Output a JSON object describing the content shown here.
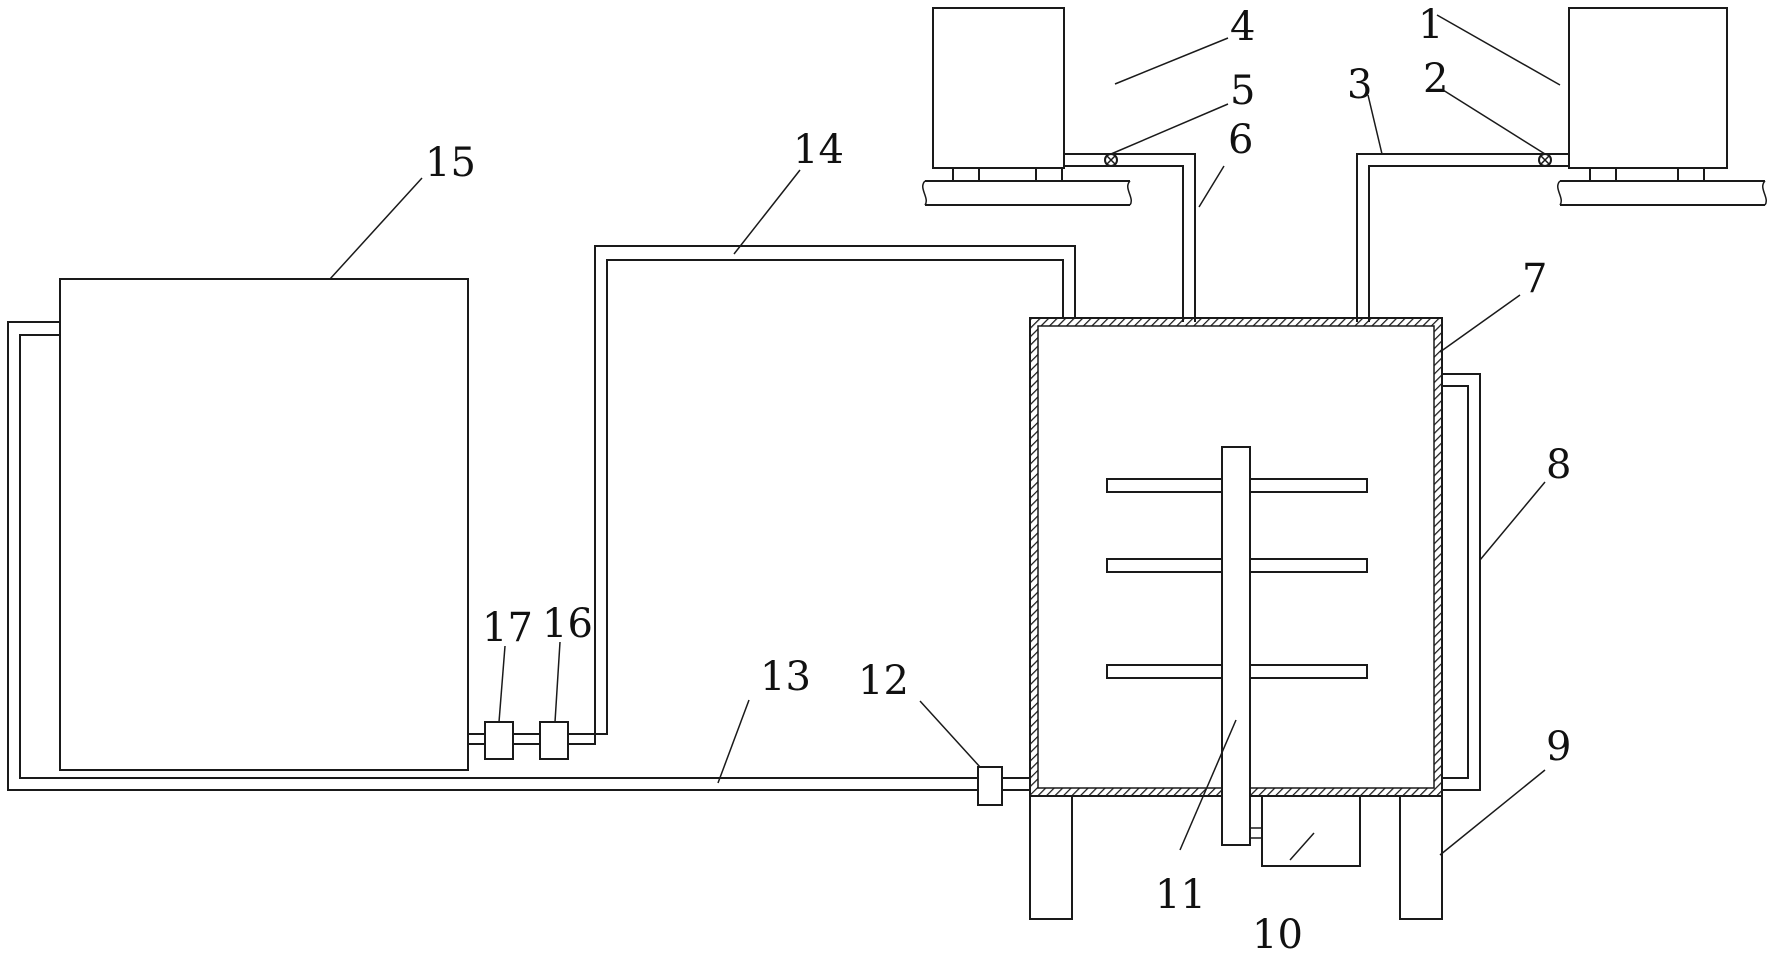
{
  "labels": {
    "l1": "1",
    "l2": "2",
    "l3": "3",
    "l4": "4",
    "l5": "5",
    "l6": "6",
    "l7": "7",
    "l8": "8",
    "l9": "9",
    "l10": "10",
    "l11": "11",
    "l12": "12",
    "l13": "13",
    "l14": "14",
    "l15": "15",
    "l16": "16",
    "l17": "17"
  },
  "colors": {
    "line": "#1a1a1a",
    "background": "#ffffff"
  }
}
